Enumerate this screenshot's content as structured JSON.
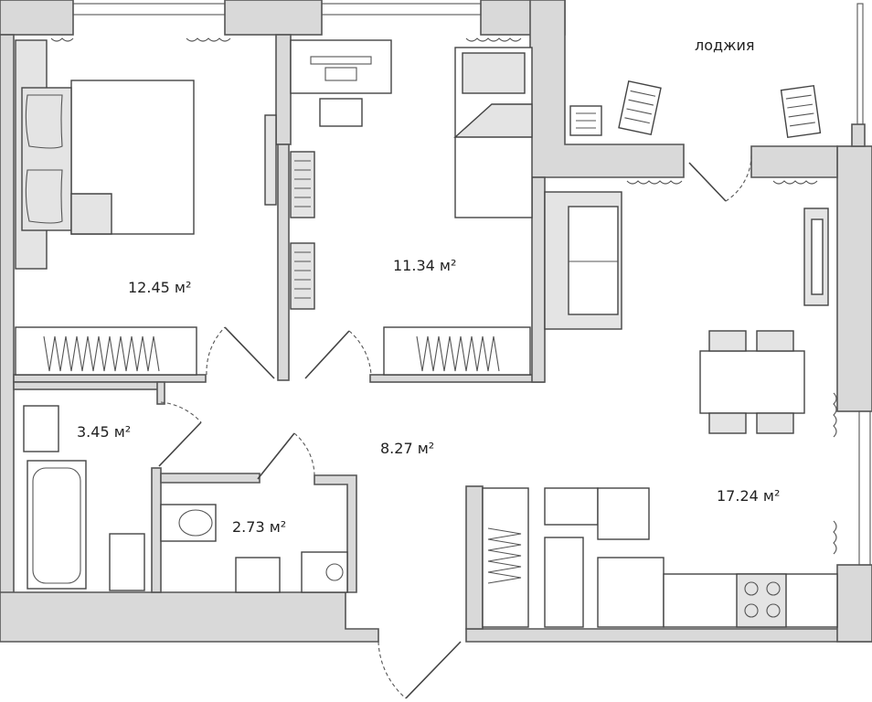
{
  "rooms": {
    "bedroom": "12.45 м²",
    "study": "11.34 м²",
    "bathroom": "3.45 м²",
    "toilet": "2.73 м²",
    "hall": "8.27 м²",
    "kitchen_living": "17.24 м²",
    "loggia": "лоджия"
  }
}
